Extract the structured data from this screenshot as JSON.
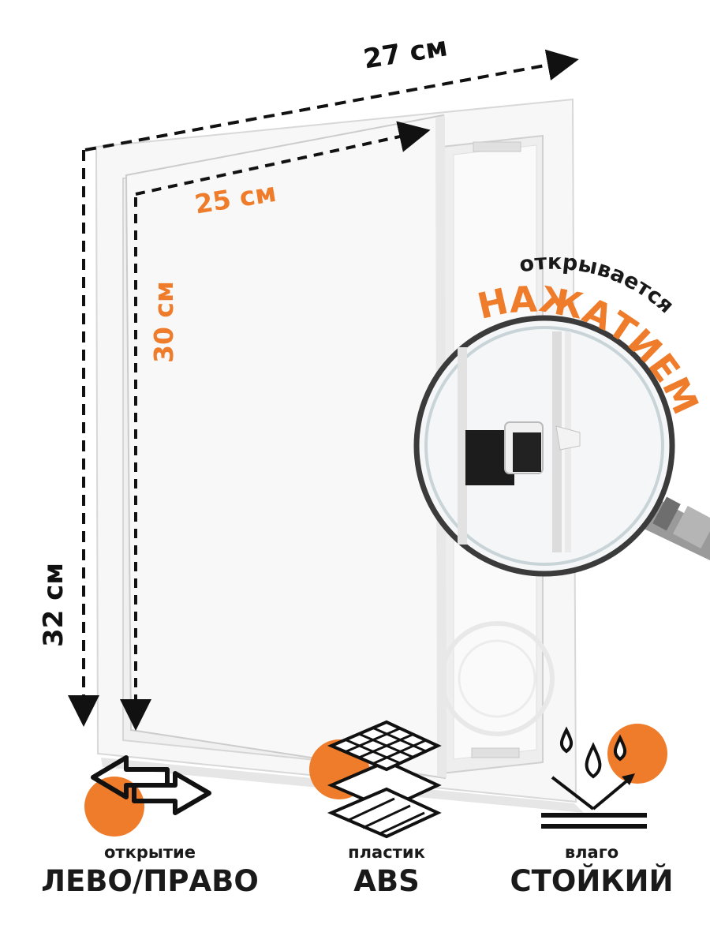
{
  "dimensions": {
    "outer_width": "27 см",
    "outer_height": "32 см",
    "inner_width": "25 см",
    "inner_height": "30 см"
  },
  "opening": {
    "line1": "открывается",
    "line2": "НАЖАТИЕМ"
  },
  "features": [
    {
      "small": "открытие",
      "big": "ЛЕВО/ПРАВО",
      "icon": "double-arrow-icon"
    },
    {
      "small": "пластик",
      "big": "ABS",
      "icon": "layers-icon"
    },
    {
      "small": "влаго",
      "big": "СТОЙКИЙ",
      "icon": "water-drops-icon"
    }
  ],
  "colors": {
    "accent": "#ee7c2a",
    "text": "#1a1a1a"
  }
}
